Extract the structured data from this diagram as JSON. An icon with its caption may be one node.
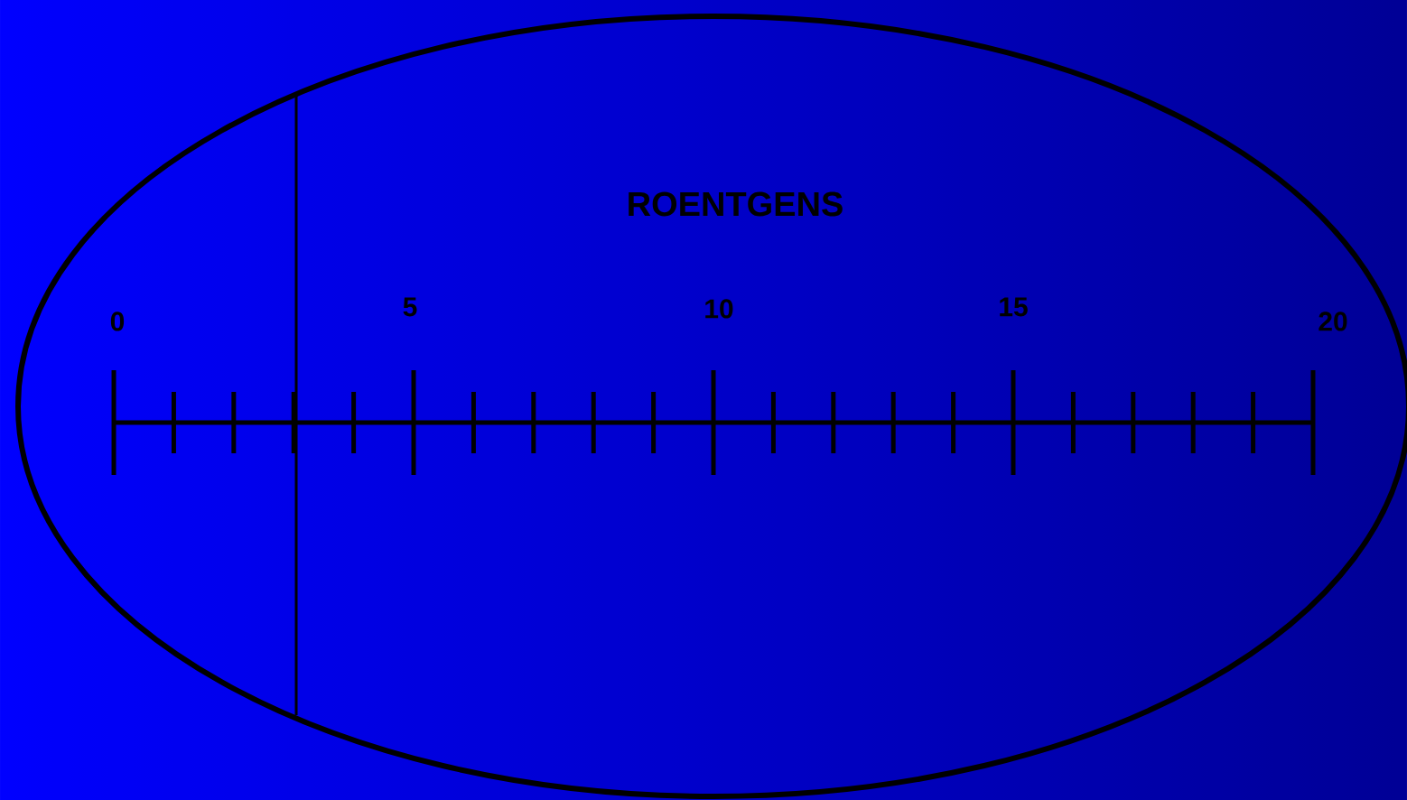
{
  "diagram": {
    "nodes": [
      {
        "text": [
          "ROENTGENS"
        ]
      }
    ],
    "labels": [
      "0",
      "5",
      "10",
      "15",
      "20"
    ]
  }
}
